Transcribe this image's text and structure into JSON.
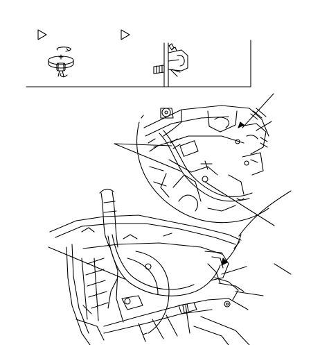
{
  "diagram": {
    "type": "line-art-illustration",
    "line_color": "#000000",
    "background_color": "#ffffff",
    "legend_box": {
      "symbols": [
        {
          "name": "triangle-pointer-icon",
          "meaning": ""
        },
        {
          "name": "triangle-pointer-icon",
          "meaning": ""
        }
      ],
      "panels": [
        {
          "name": "push-type-clip-icon"
        },
        {
          "name": "harness-clamp-icon"
        }
      ]
    },
    "detail_view": {
      "name": "magnified-circle-view"
    },
    "overall_view": {
      "name": "vehicle-compartment-view"
    }
  }
}
